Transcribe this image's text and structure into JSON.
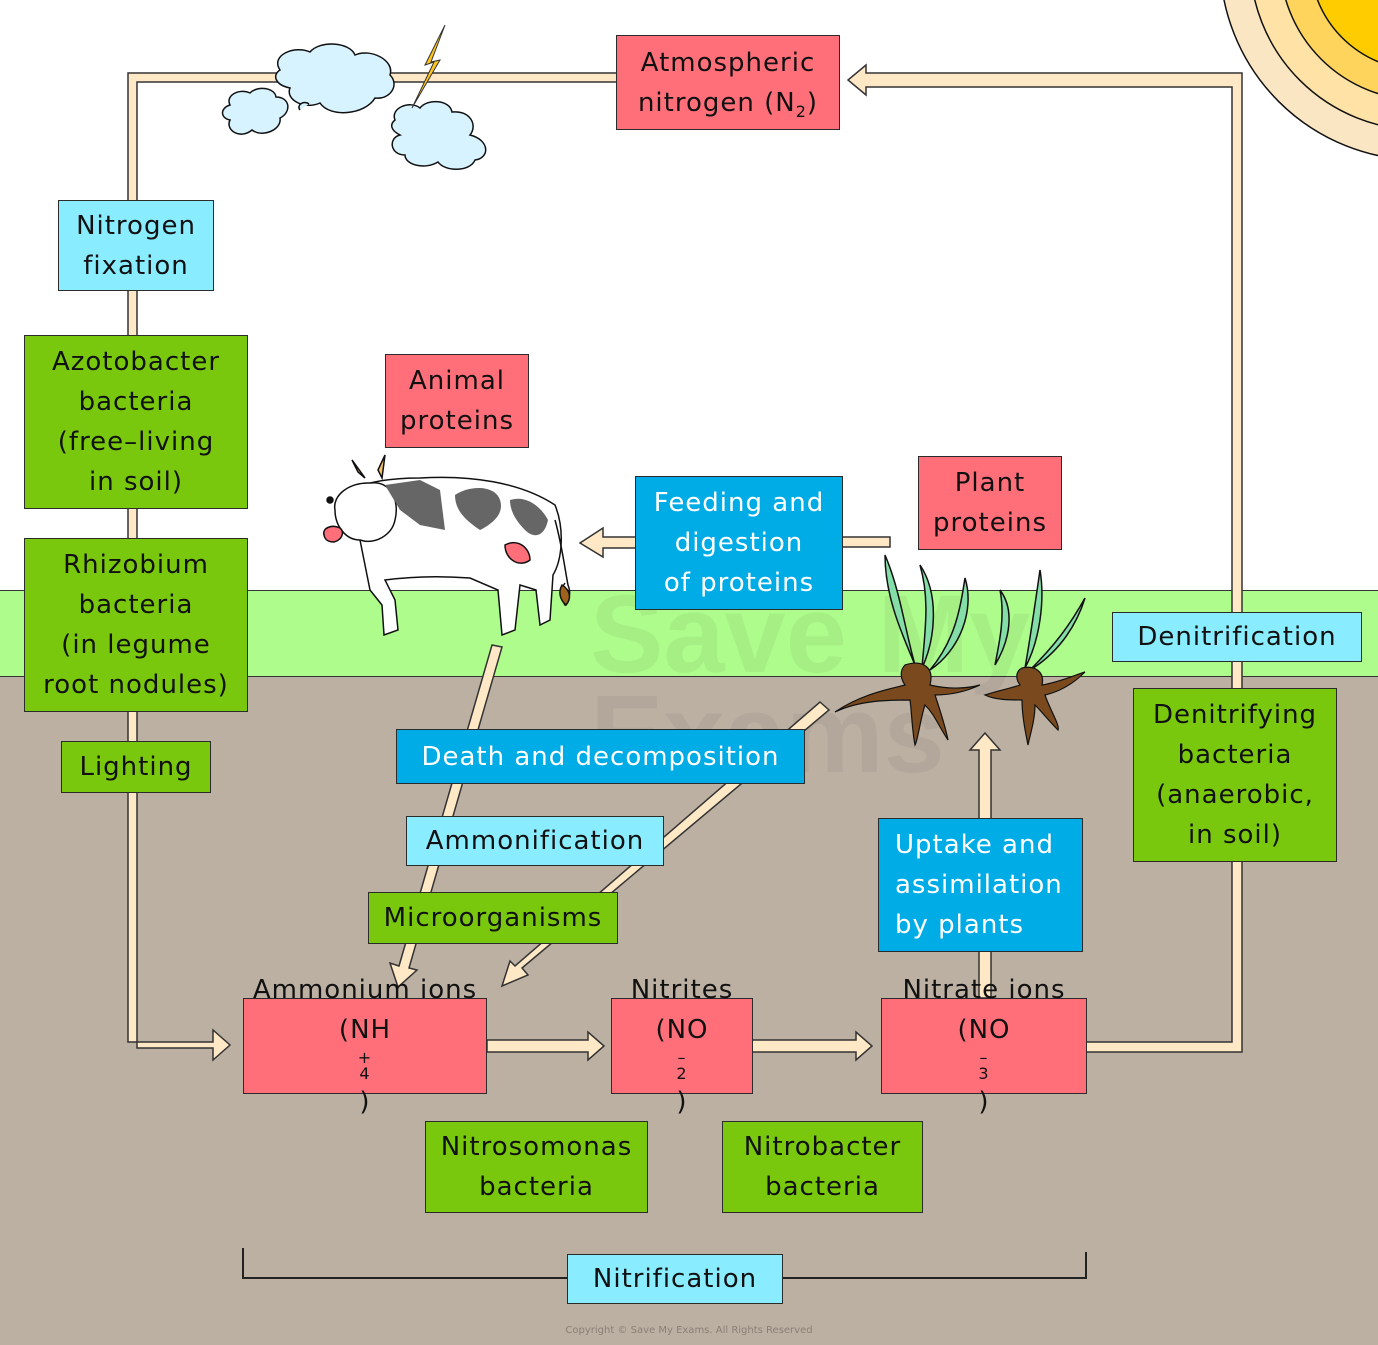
{
  "title": "Nitrogen cycle",
  "colors": {
    "sky": "#ffffff",
    "grass": "#aefc8c",
    "soil": "#bcb0a3",
    "arrow_fill": "#ffe8c6",
    "process_box": "#8aecff",
    "action_box": "#00ace6",
    "compound_box": "#ff6f7a",
    "organism_box": "#79c80e"
  },
  "compounds": {
    "atmospheric_nitrogen": {
      "line1": "Atmospheric",
      "line2_text": "nitrogen (N",
      "line2_sub": "2",
      "line2_end": ")"
    },
    "animal_proteins": {
      "line1": "Animal",
      "line2": "proteins"
    },
    "plant_proteins": {
      "line1": "Plant",
      "line2": "proteins"
    },
    "ammonium": {
      "line1": "Ammonium ions",
      "formula": "(NH",
      "sup": "+",
      "sub": "4",
      "end": ")"
    },
    "nitrites": {
      "line1": "Nitrites",
      "formula": "(NO",
      "sup": "–",
      "sub": "2",
      "end": ")"
    },
    "nitrates": {
      "line1": "Nitrate ions",
      "formula": "(NO",
      "sup": "–",
      "sub": "3",
      "end": ")"
    }
  },
  "processes": {
    "nitrogen_fixation": {
      "line1": "Nitrogen",
      "line2": "fixation"
    },
    "denitrification": "Denitrification",
    "ammonification": "Ammonification",
    "nitrification": "Nitrification"
  },
  "actions": {
    "feeding": {
      "line1": "Feeding and",
      "line2": "digestion",
      "line3": "of proteins"
    },
    "death": "Death and decomposition",
    "uptake": {
      "line1": "Uptake and",
      "line2": "assimilation",
      "line3": "by plants"
    }
  },
  "organisms": {
    "azotobacter": {
      "line1": "Azotobacter",
      "line2": "bacteria",
      "line3": "(free–living",
      "line4": "in soil)"
    },
    "rhizobium": {
      "line1": "Rhizobium",
      "line2": "bacteria",
      "line3": "(in legume",
      "line4": "root nodules)"
    },
    "lighting": "Lighting",
    "microorganisms": "Microorganisms",
    "nitrosomonas": {
      "line1": "Nitrosomonas",
      "line2": "bacteria"
    },
    "nitrobacter": {
      "line1": "Nitrobacter",
      "line2": "bacteria"
    },
    "denitrifying": {
      "line1": "Denitrifying",
      "line2": "bacteria",
      "line3": "(anaerobic,",
      "line4": "in soil)"
    }
  },
  "watermark": {
    "line1": "Save My",
    "line2": "Exams"
  },
  "copyright": "Copyright © Save My Exams. All Rights Reserved"
}
